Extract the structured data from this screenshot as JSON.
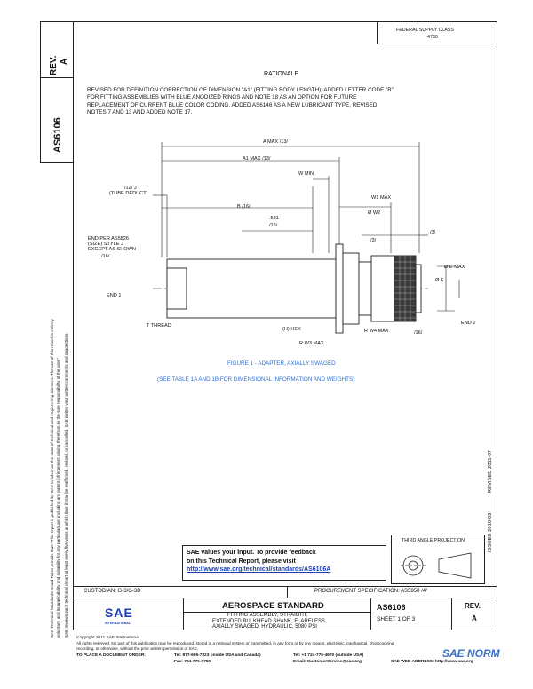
{
  "header": {
    "rev_label": "REV.",
    "rev_value": "A",
    "doc_number": "AS6106",
    "federal_class_line1": "FEDERAL SUPPLY CLASS",
    "federal_class_line2": "4730"
  },
  "rationale": {
    "title": "RATIONALE",
    "lines": [
      "REVISED FOR DEFINITION CORRECTION OF DIMENSION \"A1\" (FITTING BODY LENGTH); ADDED LETTER CODE \"B\"",
      "FOR FITTING ASSEMBLIES WITH BLUE ANODIZED RINGS AND NOTE 18 AS AN OPTION FOR FUTURE",
      "REPLACEMENT OF CURRENT BLUE COLOR CODING. ADDED AS6146 AS A NEW LUBRICANT TYPE, REVISED",
      "NOTES 7 AND 13 AND ADDED NOTE 17."
    ]
  },
  "drawing": {
    "labels": {
      "a_max": "A MAX /13/",
      "a1_max": "A1 MAX /13/",
      "w_min": "W MIN",
      "w1_max": "W1 MAX",
      "tube_deduct_num": "/12/ J",
      "tube_deduct": "(TUBE DEDUCT)",
      "b": "B /16/",
      "dim_531": ".531",
      "dim_531_note": "/16/",
      "dw2": "Ø W2",
      "n3a": "/3/",
      "n3b": "/3/",
      "end_per_line1": "END PER AS5826",
      "end_per_line2": "(SIZE) STYLE J",
      "end_per_line3": "EXCEPT AS SHOWN",
      "end_per_line4": "/16/",
      "de_max": "Ø E MAX",
      "df": "Ø F",
      "end1": "END 1",
      "end2": "END 2",
      "t_thread": "T THREAD",
      "h_hex": "(H) HEX",
      "r_w4_max": "R W4 MAX",
      "r_w3_max": "R W3 MAX",
      "n16": "/16/"
    },
    "figure_caption": "FIGURE 1 - ADAPTER, AXIALLY SWAGED",
    "table_ref": "(SEE TABLE 1A AND 1B FOR DIMENSIONAL INFORMATION AND WEIGHTS)"
  },
  "side": {
    "issued": "ISSUED 2010-09",
    "revised": "REVISED 2011-07",
    "disclaimer_lines": [
      "SAE Technical Standards Board Rules provide that: \"This report is published by SAE to advance the state of technical and engineering sciences. The use of this report is entirely",
      "voluntary, and its applicability and suitability for any particular use, including any patent infringement arising therefrom, is the sole responsibility of the user.\"",
      "SAE reviews each technical report at least every five years at which time it may be reaffirmed, revised, or cancelled. SAE invites your written comments and suggestions."
    ]
  },
  "feedback": {
    "line1": "SAE values your input. To provide feedback",
    "line2": "on this Technical Report, please visit",
    "link": "http://www.sae.org/technical/standards/AS6106A"
  },
  "projection_label": "THIRD ANGLE PROJECTION",
  "custodian": "CUSTODIAN: G-3/G-3B",
  "procurement": "PROCUREMENT SPECIFICATION: AS5958 /4/",
  "title_block": {
    "logo": "SAE",
    "logo_sub": "INTERNATIONAL",
    "standard": "AEROSPACE STANDARD",
    "title_line1": "FITTING ASSEMBLY, STRAIGHT,",
    "title_line2": "EXTENDED BULKHEAD SHANK, FLARELESS,",
    "title_line3": "AXIALLY SWAGED, HYDRAULIC, 5080 PSI",
    "doc_number": "AS6106",
    "sheet": "SHEET 1 OF 3",
    "rev_label": "REV.",
    "rev_value": "A"
  },
  "footer": {
    "copyright": "Copyright 2011 SAE International",
    "rights_line1": "All rights reserved. No part of this publication may be reproduced, stored in a retrieval system or transmitted, in any form or by any means, electronic, mechanical, photocopying,",
    "rights_line2": "recording, or otherwise, without the prior written permission of SAE.",
    "order_label": "TO PLACE A DOCUMENT ORDER:",
    "tel1": "Tel: 877-606-7323 (inside USA and Canada)",
    "fax": "Fax: 724-776-0790",
    "tel2": "Tel: +1 724-776-4970 (outside USA)",
    "email": "Email: CustomerService@sae.org",
    "web": "SAE WEB ADDRESS: http://www.sae.org",
    "watermark": "SAE NORM"
  }
}
